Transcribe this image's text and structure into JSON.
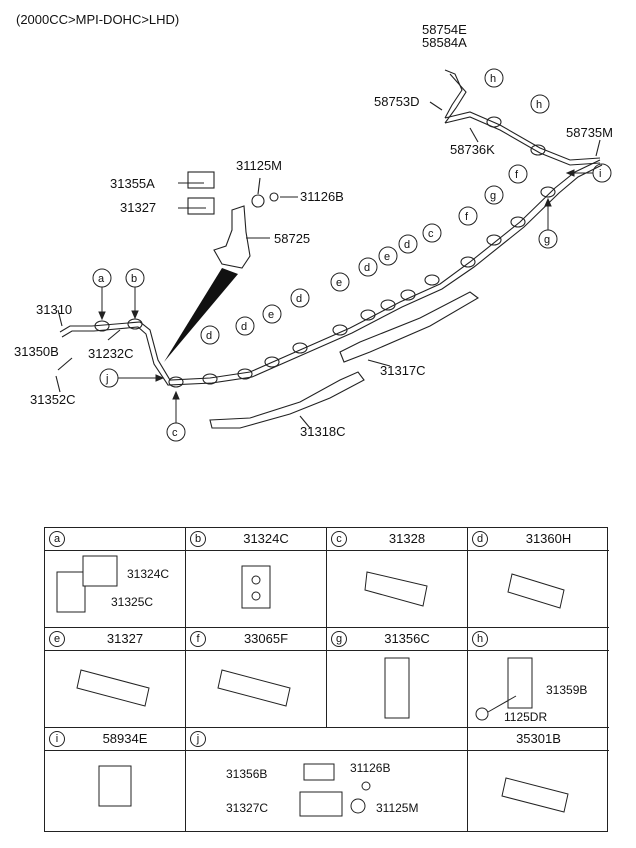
{
  "header": {
    "spec": "(2000CC>MPI-DOHC>LHD)"
  },
  "diagram": {
    "labels": {
      "p58754E": "58754E",
      "p58584A": "58584A",
      "p58753D": "58753D",
      "p58736K": "58736K",
      "p58735M": "58735M",
      "p31125M": "31125M",
      "p31126B": "31126B",
      "p31355A": "31355A",
      "p31327": "31327",
      "p58725": "58725",
      "p31310": "31310",
      "p31350B": "31350B",
      "p31232C": "31232C",
      "p31352C": "31352C",
      "p31317C": "31317C",
      "p31318C": "31318C"
    },
    "circle_letters": {
      "a": "a",
      "b": "b",
      "c": "c",
      "d": "d",
      "e": "e",
      "f": "f",
      "g": "g",
      "h": "h",
      "i": "i",
      "j": "j"
    }
  },
  "table": {
    "cells": [
      {
        "ref": "a",
        "code": "",
        "parts": [
          "31324C",
          "31325C"
        ]
      },
      {
        "ref": "b",
        "code": "31324C",
        "parts": []
      },
      {
        "ref": "c",
        "code": "31328",
        "parts": []
      },
      {
        "ref": "d",
        "code": "31360H",
        "parts": []
      },
      {
        "ref": "e",
        "code": "31327",
        "parts": []
      },
      {
        "ref": "f",
        "code": "33065F",
        "parts": []
      },
      {
        "ref": "g",
        "code": "31356C",
        "parts": []
      },
      {
        "ref": "h",
        "code": "",
        "parts": [
          "31359B",
          "1125DR"
        ]
      },
      {
        "ref": "i",
        "code": "58934E",
        "parts": []
      },
      {
        "ref": "j",
        "code": "",
        "parts": [
          "31356B",
          "31126B",
          "31327C",
          "31125M"
        ]
      },
      {
        "ref": "",
        "code": "35301B",
        "parts": []
      }
    ]
  }
}
